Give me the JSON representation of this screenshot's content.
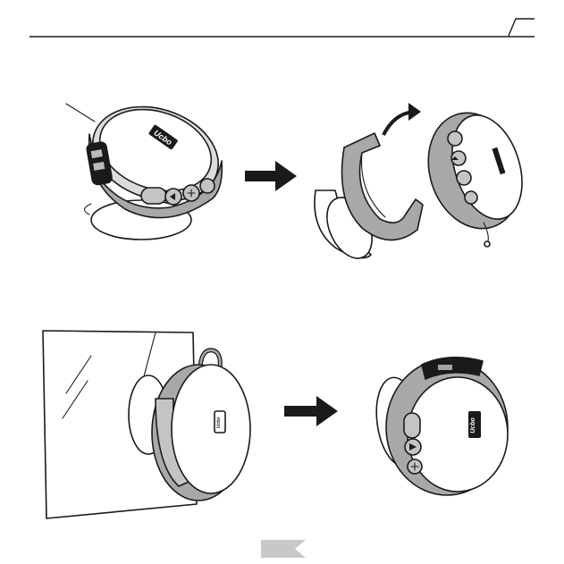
{
  "header": {
    "rule_color": "#1a1a1a",
    "corner_mark": "slash-tab"
  },
  "logo": {
    "text": "Ucbo"
  },
  "colors": {
    "speaker_body": "#a8a8a8",
    "speaker_band": "#c4c4c4",
    "outline": "#1a1a1a",
    "arrow": "#1a1a1a",
    "footer_tab": "#c8c8c8"
  },
  "icons": {
    "step_arrow": "right-arrow-icon",
    "curved_arrow": "curved-arrow-icon",
    "pointer_line": "pointer-line"
  },
  "footer": {
    "tab_shape": "notched-grey-tab"
  }
}
